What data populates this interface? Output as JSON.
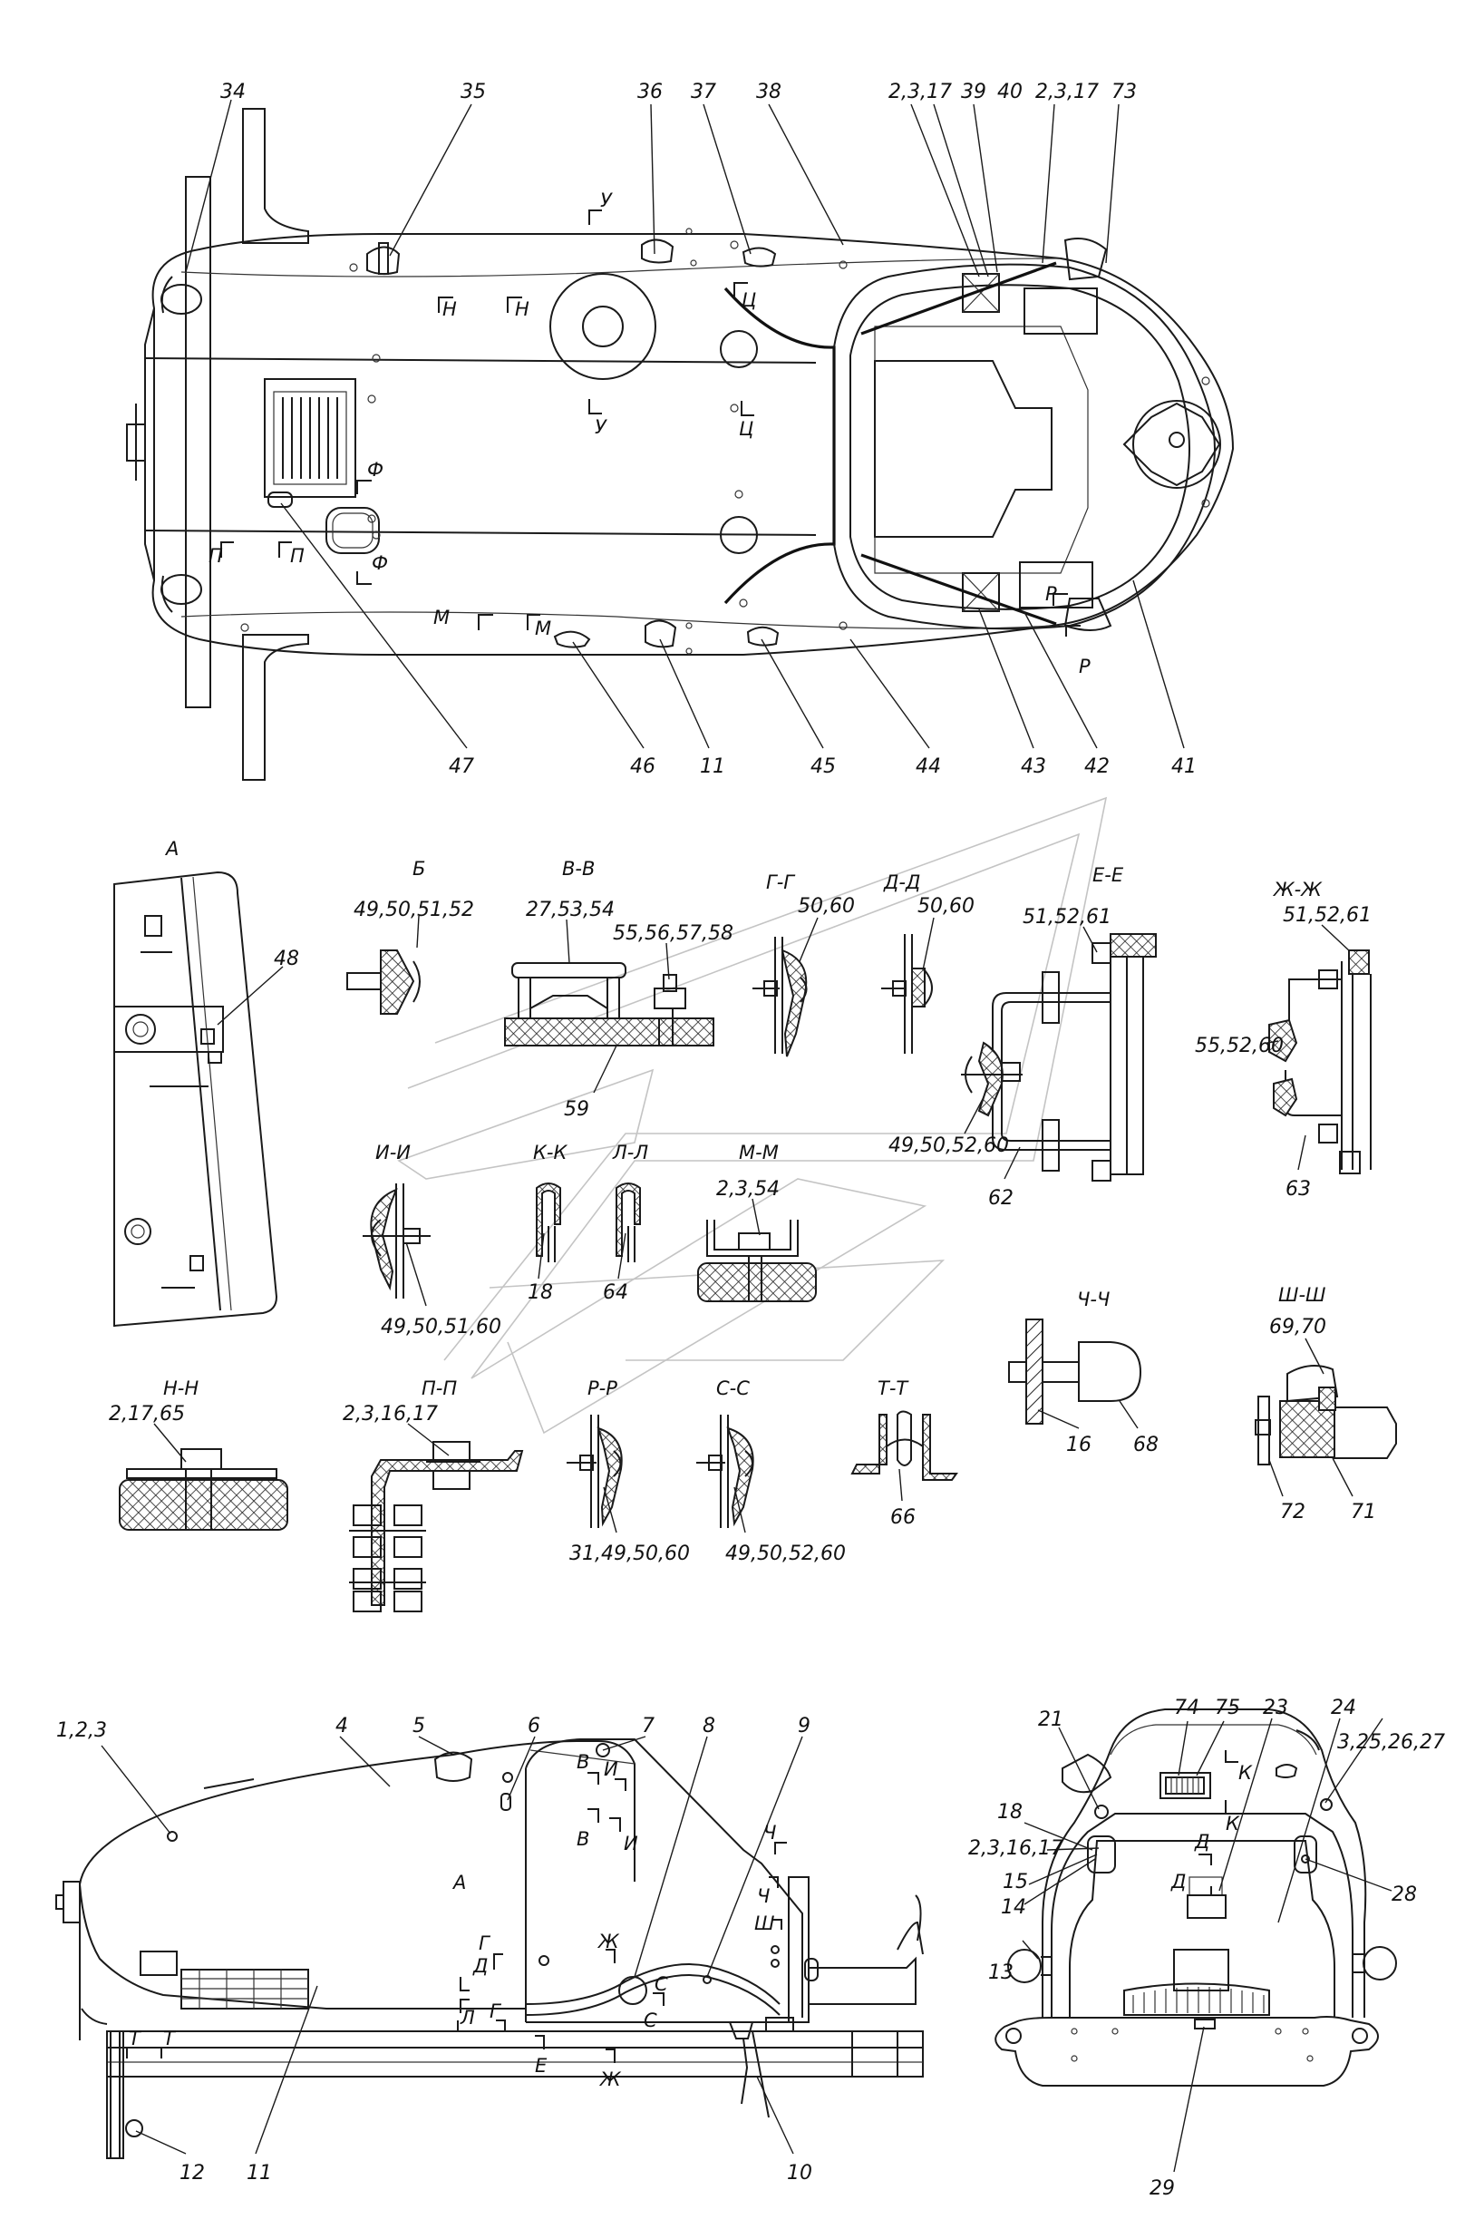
{
  "views": {
    "top": {
      "callouts_top": [
        "34",
        "35",
        "36",
        "37",
        "38",
        "2,3,17",
        "39",
        "40",
        "2,3,17",
        "73"
      ],
      "callouts_bottom": [
        "47",
        "46",
        "11",
        "45",
        "44",
        "43",
        "42",
        "41"
      ],
      "section_marks": [
        "У",
        "У",
        "Н",
        "Н",
        "Ц",
        "Ц",
        "Ф",
        "Ф",
        "П",
        "П",
        "М",
        "М",
        "Р",
        "Р"
      ]
    },
    "view_a": {
      "title": "А",
      "callouts": [
        "48"
      ]
    },
    "side": {
      "callouts": [
        "1,2,3",
        "4",
        "5",
        "6",
        "7",
        "8",
        "9",
        "10",
        "11",
        "12"
      ],
      "section_marks": [
        "В",
        "В",
        "И",
        "И",
        "А",
        "Ч",
        "Ч",
        "Ш",
        "Г",
        "Г",
        "Д",
        "Л",
        "Е",
        "Ж",
        "Ж",
        "С",
        "С",
        "Т",
        "Т"
      ]
    },
    "front": {
      "callouts": [
        "21",
        "74",
        "75",
        "23",
        "24",
        "3,25,26,27",
        "18",
        "2,3,16,17",
        "15",
        "14",
        "13",
        "28",
        "29"
      ],
      "section_marks": [
        "К",
        "К",
        "Д",
        "Д"
      ]
    }
  },
  "sections": [
    {
      "title": "Б",
      "callouts": [
        "49,50,51,52"
      ]
    },
    {
      "title": "В-В",
      "callouts": [
        "27,53,54",
        "55,56,57,58",
        "59"
      ]
    },
    {
      "title": "Г-Г",
      "callouts": [
        "50,60"
      ]
    },
    {
      "title": "Д-Д",
      "callouts": [
        "50,60"
      ]
    },
    {
      "title": "Е-Е",
      "callouts": [
        "51,52,61",
        "49,50,52,60",
        "62"
      ]
    },
    {
      "title": "Ж-Ж",
      "callouts": [
        "51,52,61",
        "55,52,60",
        "63"
      ]
    },
    {
      "title": "И-И",
      "callouts": [
        "49,50,51,60"
      ]
    },
    {
      "title": "К-К",
      "callouts": [
        "18"
      ]
    },
    {
      "title": "Л-Л",
      "callouts": [
        "64"
      ]
    },
    {
      "title": "М-М",
      "callouts": [
        "2,3,54"
      ]
    },
    {
      "title": "Н-Н",
      "callouts": [
        "2,17,65"
      ]
    },
    {
      "title": "П-П",
      "callouts": [
        "2,3,16,17"
      ]
    },
    {
      "title": "Р-Р",
      "callouts": [
        "31,49,50,60"
      ]
    },
    {
      "title": "С-С",
      "callouts": [
        "49,50,52,60"
      ]
    },
    {
      "title": "Т-Т",
      "callouts": [
        "66"
      ]
    },
    {
      "title": "Ч-Ч",
      "callouts": [
        "16",
        "68"
      ]
    },
    {
      "title": "Ш-Ш",
      "callouts": [
        "69,70",
        "72",
        "71"
      ]
    }
  ],
  "colors": {
    "ink": "#1a1a1a",
    "background": "#ffffff",
    "ghost": "#c4c4c4"
  }
}
